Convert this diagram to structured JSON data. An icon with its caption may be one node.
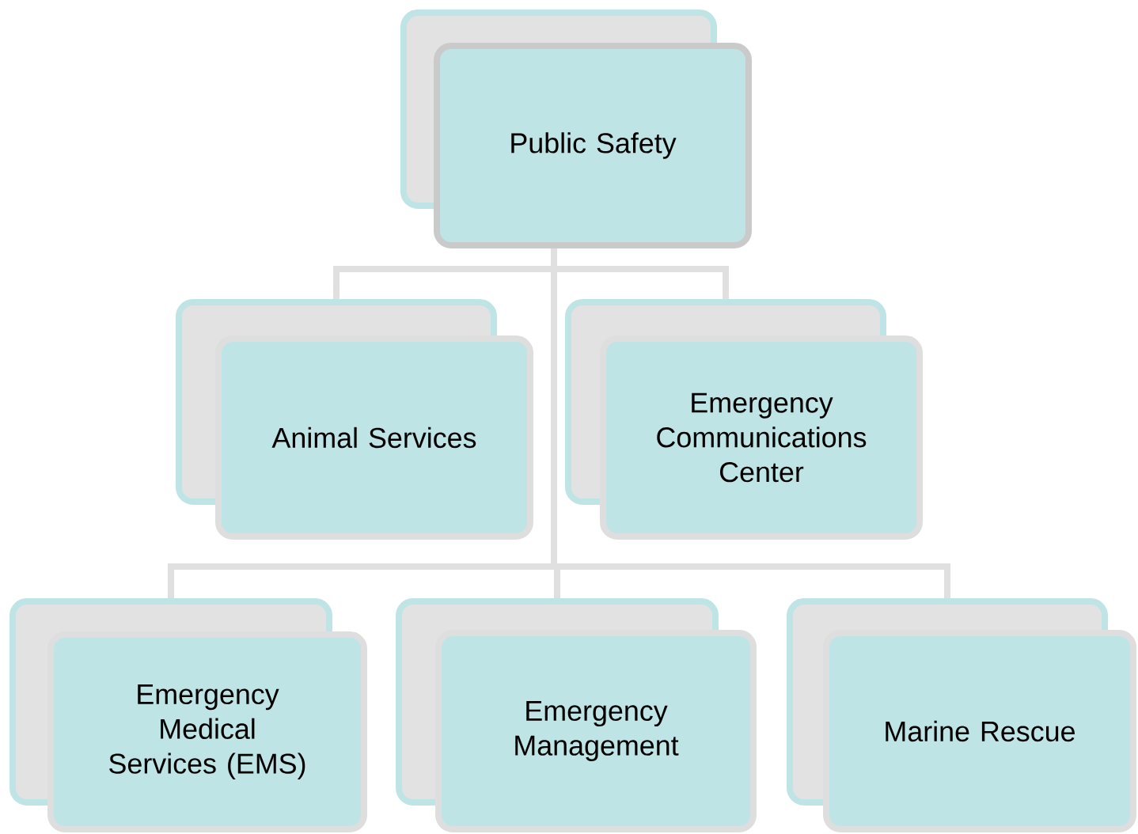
{
  "diagram": {
    "nodes": [
      {
        "text": [
          "Public Safety"
        ]
      },
      {
        "text": [
          "Animal Services"
        ]
      },
      {
        "text": [
          "Emergency Communications Center"
        ]
      },
      {
        "text": [
          "Emergency Medical Services (EMS)"
        ]
      },
      {
        "text": [
          "Emergency Management"
        ]
      },
      {
        "text": [
          "Marine Rescue"
        ]
      }
    ],
    "edges": [
      {
        "from": 0,
        "to": 1,
        "arrow": "none"
      },
      {
        "from": 0,
        "to": 2,
        "arrow": "none"
      },
      {
        "from": 0,
        "to": 3,
        "arrow": "none"
      },
      {
        "from": 0,
        "to": 4,
        "arrow": "none"
      },
      {
        "from": 0,
        "to": 5,
        "arrow": "none"
      }
    ]
  }
}
